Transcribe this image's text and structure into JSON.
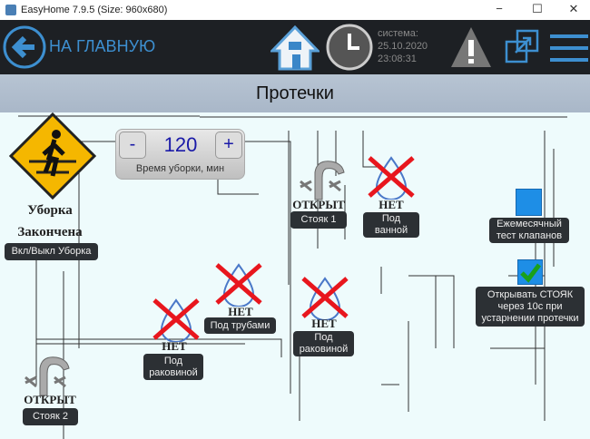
{
  "window": {
    "title": "EasyHome 7.9.5 (Size: 960x680)",
    "minimize": "−",
    "maximize": "☐",
    "close": "✕"
  },
  "header": {
    "back_label": "НА ГЛАВНУЮ",
    "system_label": "система:",
    "date": "25.10.2020",
    "time": "23:08:31"
  },
  "page": {
    "title": "Протечки"
  },
  "cleaning": {
    "status_line1": "Уборка",
    "status_line2": "Закончена",
    "toggle_label": "Вкл/Выкл Уборка",
    "minus": "-",
    "plus": "+",
    "value": "120",
    "caption": "Время уборки, мин"
  },
  "risers": [
    {
      "state": "ОТКРЫТ",
      "label": "Стояк 1"
    },
    {
      "state": "ОТКРЫТ",
      "label": "Стояк 2"
    }
  ],
  "sensors": [
    {
      "state": "НЕТ",
      "label": "Под ванной"
    },
    {
      "state": "НЕТ",
      "label": "Под трубами"
    },
    {
      "state": "НЕТ",
      "label": "Под раковиной"
    },
    {
      "state": "НЕТ",
      "label": "Под раковиной"
    }
  ],
  "options": {
    "monthly_test": "Ежемесячный тест клапанов",
    "monthly_test_checked": false,
    "reopen": "Открывать СТОЯК через 10с при устарнении протечки",
    "reopen_checked": true
  },
  "colors": {
    "accent": "#3d8fd0",
    "header_bg": "#1d2024",
    "alarm_x": "#e8161d",
    "checkbox": "#1e8ee6"
  }
}
